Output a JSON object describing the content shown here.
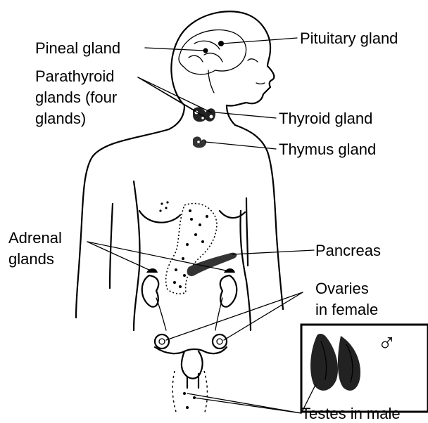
{
  "labels": {
    "pineal": "Pineal gland",
    "pituitary": "Pituitary gland",
    "parathyroid_1": "Parathyroid",
    "parathyroid_2": "glands (four",
    "parathyroid_3": "glands)",
    "thyroid": "Thyroid gland",
    "thymus": "Thymus gland",
    "adrenal_1": "Adrenal",
    "adrenal_2": "glands",
    "pancreas": "Pancreas",
    "ovaries_1": "Ovaries",
    "ovaries_2": "in female",
    "testes": "Testes in male",
    "male_symbol": "♂"
  },
  "colors": {
    "ink": "#000000",
    "background": "#ffffff"
  }
}
